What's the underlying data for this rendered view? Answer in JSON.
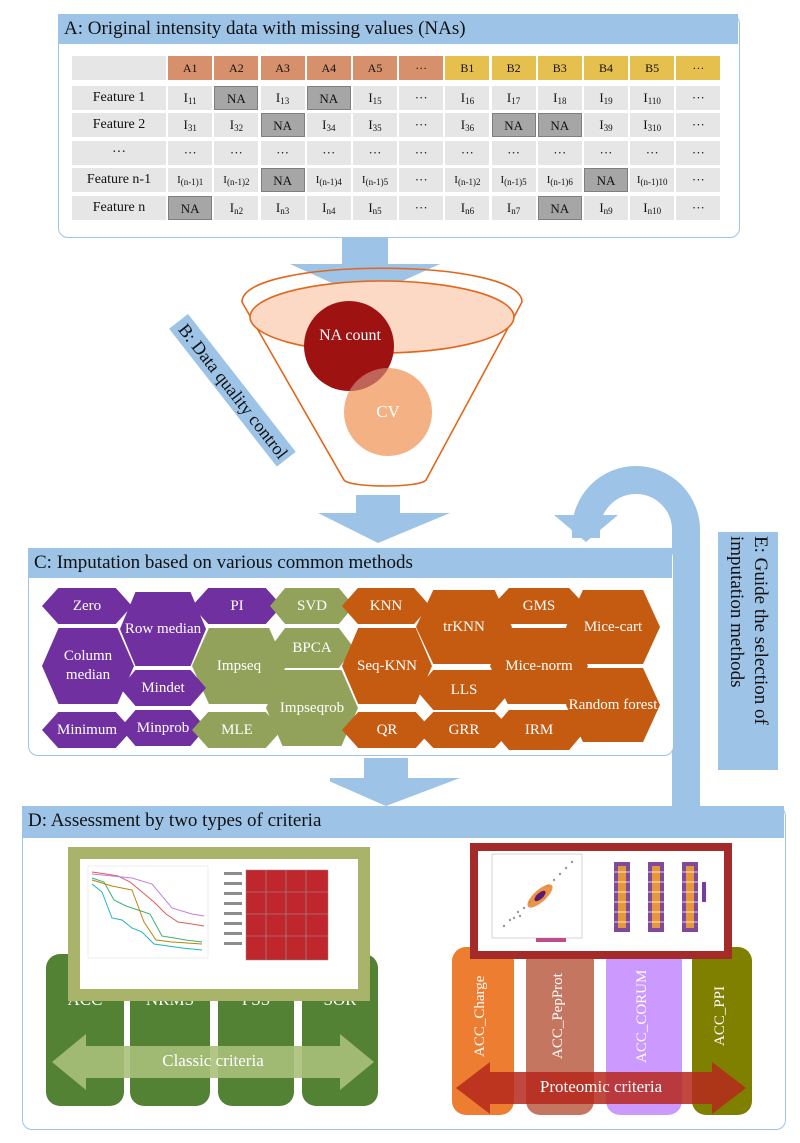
{
  "panel_a": {
    "title": "A: Original intensity data with missing values (NAs)",
    "headers_a": [
      "A1",
      "A2",
      "A3",
      "A4",
      "A5",
      "···"
    ],
    "headers_b": [
      "B1",
      "B2",
      "B3",
      "B4",
      "B5",
      "···"
    ],
    "rows": [
      {
        "feature": "Feature 1",
        "cells": [
          "I11",
          "NA",
          "I13",
          "NA",
          "I15",
          "···",
          "I16",
          "I17",
          "I18",
          "I19",
          "I110",
          "···"
        ]
      },
      {
        "feature": "Feature 2",
        "cells": [
          "I31",
          "I32",
          "NA",
          "I34",
          "I35",
          "···",
          "I36",
          "NA",
          "NA",
          "I39",
          "I310",
          "···"
        ]
      },
      {
        "feature": "···",
        "cells": [
          "···",
          "···",
          "···",
          "···",
          "···",
          "···",
          "···",
          "···",
          "···",
          "···",
          "···",
          "···"
        ]
      },
      {
        "feature": "Feature n-1",
        "cells": [
          "I(n-1)1",
          "I(n-1)2",
          "NA",
          "I(n-1)4",
          "I(n-1)5",
          "···",
          "I(n-1)2",
          "I(n-1)5",
          "I(n-1)6",
          "NA",
          "I(n-1)10",
          "···"
        ]
      },
      {
        "feature": "Feature n",
        "cells": [
          "NA",
          "In2",
          "In3",
          "In4",
          "In5",
          "···",
          "In6",
          "In7",
          "NA",
          "In9",
          "In10",
          "···"
        ]
      }
    ]
  },
  "panel_b": {
    "title": "B: Data quality control",
    "na_count": "NA count",
    "cv": "CV"
  },
  "panel_c": {
    "title": "C: Imputation based on various common methods",
    "methods": [
      "Zero",
      "Row median",
      "PI",
      "SVD",
      "KNN",
      "trKNN",
      "GMS",
      "Mice-cart",
      "Column median",
      "Impseq",
      "BPCA",
      "Seq-KNN",
      "Mice-norm",
      "Mindet",
      "Impseqrob",
      "LLS",
      "Random forest",
      "Minimum",
      "Minprob",
      "MLE",
      "QR",
      "GRR",
      "IRM"
    ]
  },
  "panel_d": {
    "title": "D: Assessment by two types of criteria",
    "classic_labels": [
      "ACC",
      "NRMS",
      "PSS",
      "SOR"
    ],
    "classic_caption": "Classic criteria",
    "proteomic_labels": [
      "ACC_Charge",
      "ACC_PepProt",
      "ACC_CORUM",
      "ACC_PPI"
    ],
    "proteomic_caption": "Proteomic criteria"
  },
  "panel_e": {
    "title": "E: Guide the selection of imputation methods"
  },
  "colors": {
    "panel_border": "#9dc3e6",
    "purple": "#7030a0",
    "olive": "#92a25a",
    "orange": "#c55a11",
    "green": "#548235",
    "red": "#a52a2a"
  }
}
